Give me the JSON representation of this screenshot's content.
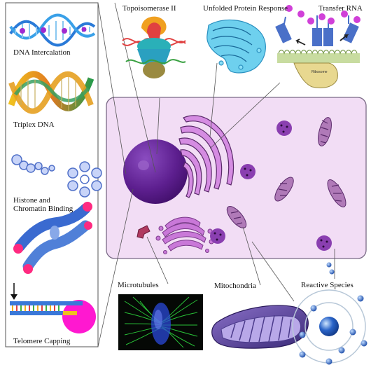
{
  "labels": {
    "dna_intercalation": "DNA Intercalation",
    "triplex_dna": "Triplex DNA",
    "histone_line1": "Histone and",
    "histone_line2": "Chromatin Binding",
    "telomere_capping": "Telomere Capping",
    "topoisomerase": "Topoisomerase II",
    "unfolded_protein": "Unfolded Protein Response",
    "transfer_rna": "Transfer RNA",
    "microtubules": "Microtubules",
    "mitochondria": "Mitochondria",
    "reactive_species": "Reactive Species",
    "ribosome": "Ribosome"
  },
  "colors": {
    "cell_fill": "#f2ddf5",
    "cell_stroke": "#7a6a86",
    "nucleus": "#5d1f8f",
    "golgi": "#c978d8",
    "mitochondria": "#9a5a9a",
    "lysosome": "#8a3fb0",
    "trna_ball": "#d040d8",
    "trna_block": "#4a70c8",
    "ros_core": "#2a64c8",
    "microtubule_green": "#2fe040",
    "telomere_pink": "#ff18d0"
  }
}
